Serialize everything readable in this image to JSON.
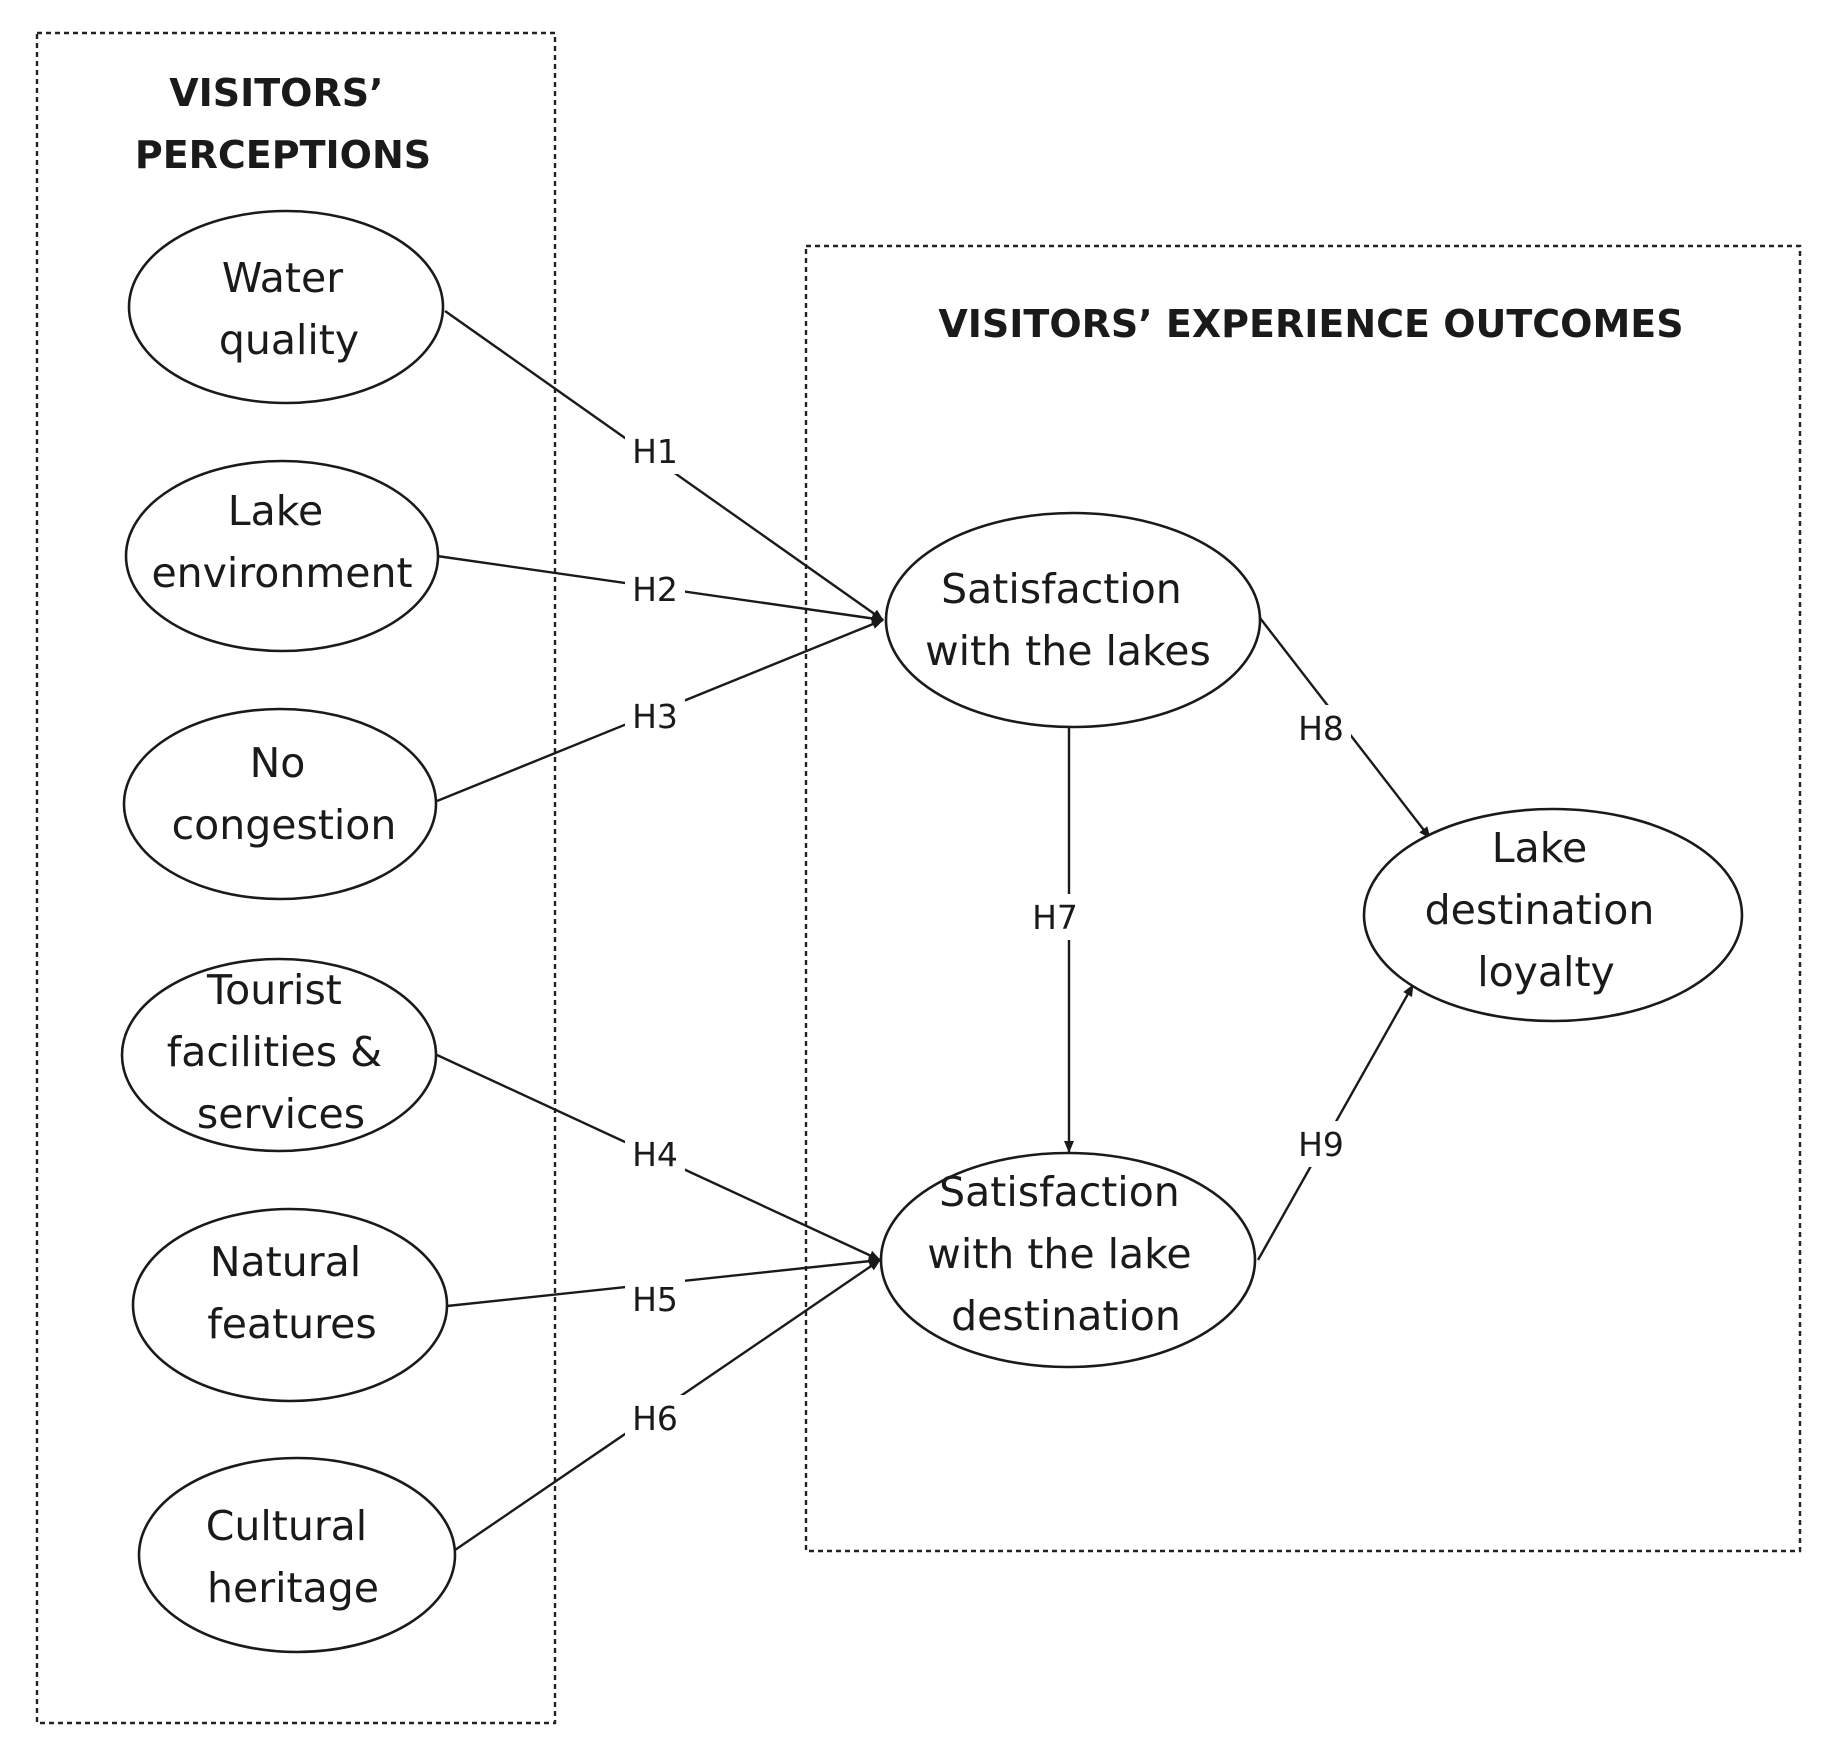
{
  "groups": {
    "perceptions": {
      "title_lines": [
        "VISITORS’",
        "PERCEPTIONS"
      ]
    },
    "outcomes": {
      "title": "VISITORS’ EXPERIENCE OUTCOMES"
    }
  },
  "nodes": {
    "water_quality": {
      "lines": [
        "Water",
        "quality"
      ]
    },
    "lake_environment": {
      "lines": [
        "Lake",
        "environment"
      ]
    },
    "no_congestion": {
      "lines": [
        "No",
        "congestion"
      ]
    },
    "tourist_facilities": {
      "lines": [
        "Tourist",
        "facilities &",
        "services"
      ]
    },
    "natural_features": {
      "lines": [
        "Natural",
        "features"
      ]
    },
    "cultural_heritage": {
      "lines": [
        "Cultural",
        "heritage"
      ]
    },
    "satisfaction_lakes": {
      "lines": [
        "Satisfaction",
        "with the  lakes"
      ]
    },
    "satisfaction_destination": {
      "lines": [
        "Satisfaction",
        "with the lake",
        "destination"
      ]
    },
    "loyalty": {
      "lines": [
        "Lake",
        "destination",
        "loyalty"
      ]
    }
  },
  "edges": [
    {
      "from": "water_quality",
      "to": "satisfaction_lakes",
      "label": "H1"
    },
    {
      "from": "lake_environment",
      "to": "satisfaction_lakes",
      "label": "H2"
    },
    {
      "from": "no_congestion",
      "to": "satisfaction_lakes",
      "label": "H3"
    },
    {
      "from": "tourist_facilities",
      "to": "satisfaction_destination",
      "label": "H4"
    },
    {
      "from": "natural_features",
      "to": "satisfaction_destination",
      "label": "H5"
    },
    {
      "from": "cultural_heritage",
      "to": "satisfaction_destination",
      "label": "H6"
    },
    {
      "from": "satisfaction_lakes",
      "to": "satisfaction_destination",
      "label": "H7"
    },
    {
      "from": "satisfaction_lakes",
      "to": "loyalty",
      "label": "H8"
    },
    {
      "from": "satisfaction_destination",
      "to": "loyalty",
      "label": "H9"
    }
  ]
}
